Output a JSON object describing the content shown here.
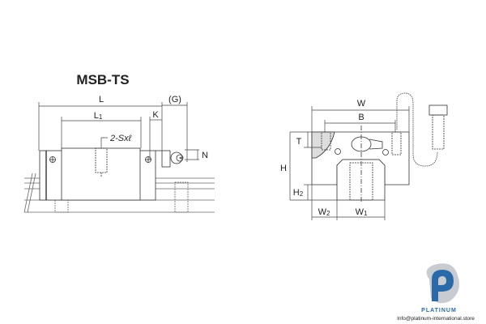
{
  "title": "MSB-TS",
  "side_view": {
    "labels": {
      "L": "L",
      "L1": "L",
      "L1_sub": "1",
      "G": "(G)",
      "K": "K",
      "N": "N",
      "screw": "2-Sxℓ"
    }
  },
  "end_view": {
    "labels": {
      "W": "W",
      "B": "B",
      "T": "T",
      "H": "H",
      "H2": "H",
      "H2_sub": "2",
      "W2": "W",
      "W2_sub": "2",
      "W1": "W",
      "W1_sub": "1"
    }
  },
  "logo": {
    "brand": "PLATINUM",
    "email": "Info@platinum-international.store",
    "colors": {
      "primary": "#2a6aa8",
      "secondary": "#c8ccd2"
    }
  }
}
